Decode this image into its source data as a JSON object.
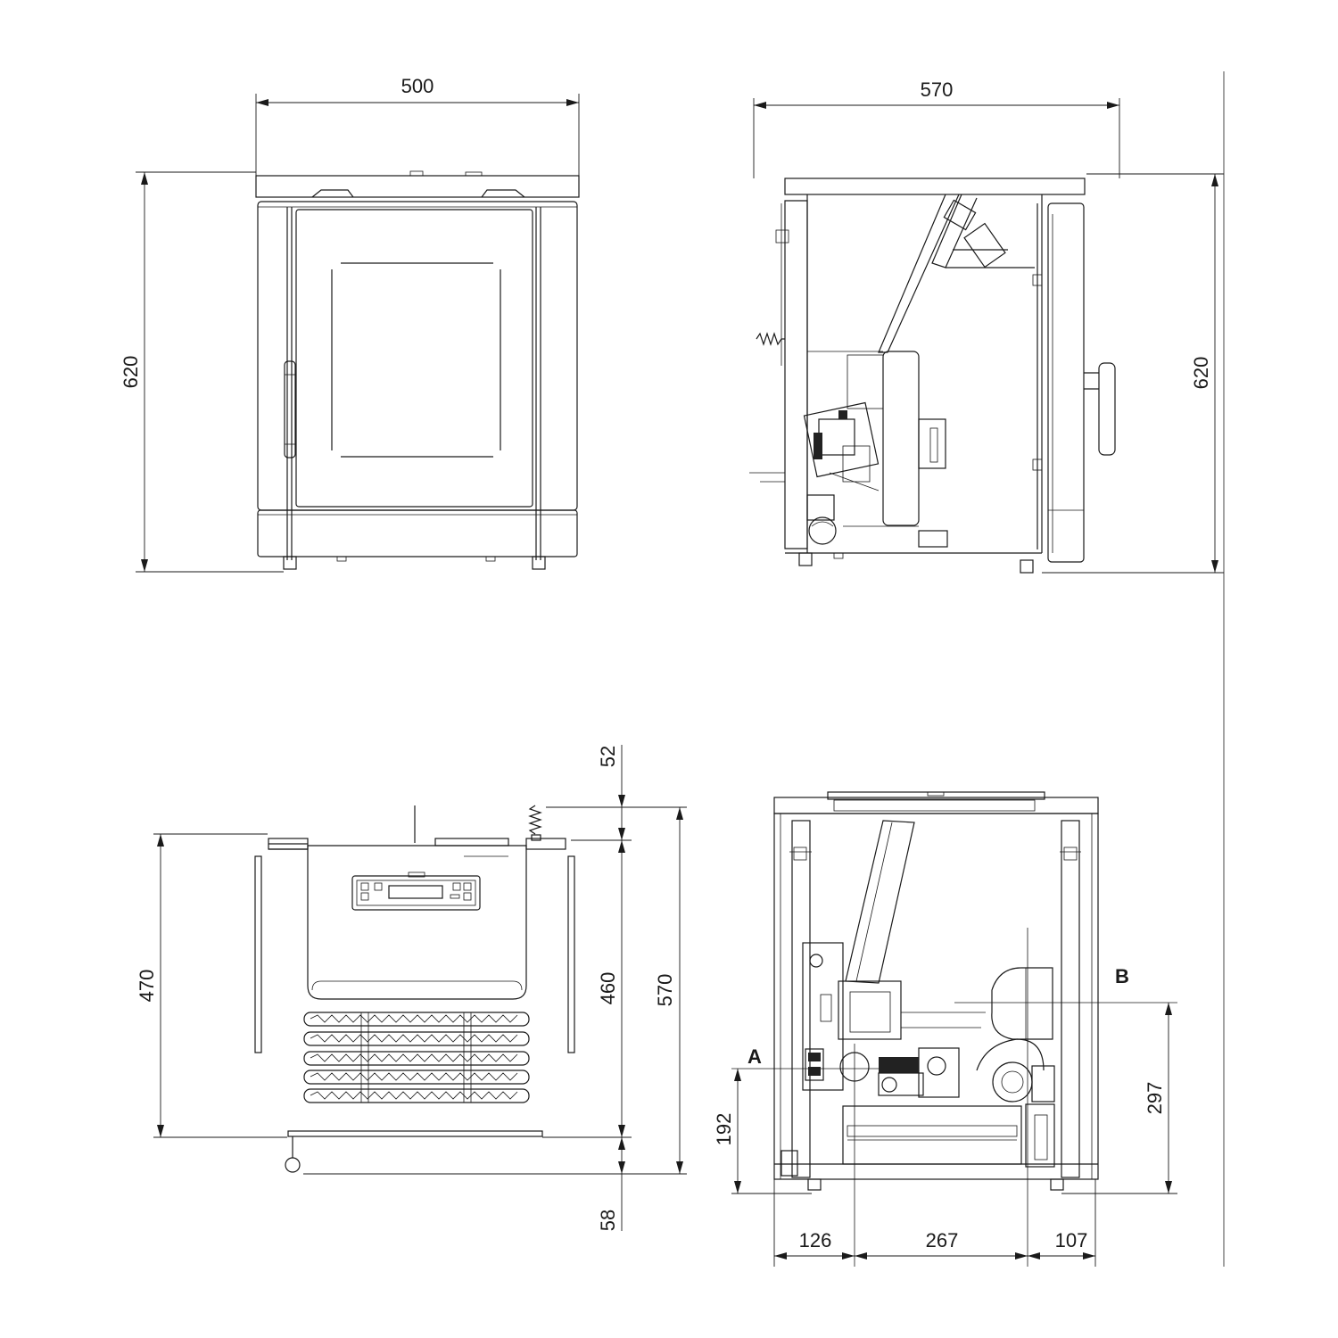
{
  "front_view": {
    "width": "500",
    "height": "620"
  },
  "side_view": {
    "depth": "570",
    "height": "620"
  },
  "top_view": {
    "top_offset": "52",
    "body_depth": "460",
    "total_depth": "570",
    "bottom_offset": "58",
    "overall": "470"
  },
  "rear_view": {
    "label_a": "A",
    "label_b": "B",
    "a_height": "192",
    "b_height": "297",
    "left_offset": "126",
    "middle_span": "267",
    "right_offset": "107"
  },
  "colors": {
    "line": "#1a1a1a",
    "background": "#ffffff"
  }
}
